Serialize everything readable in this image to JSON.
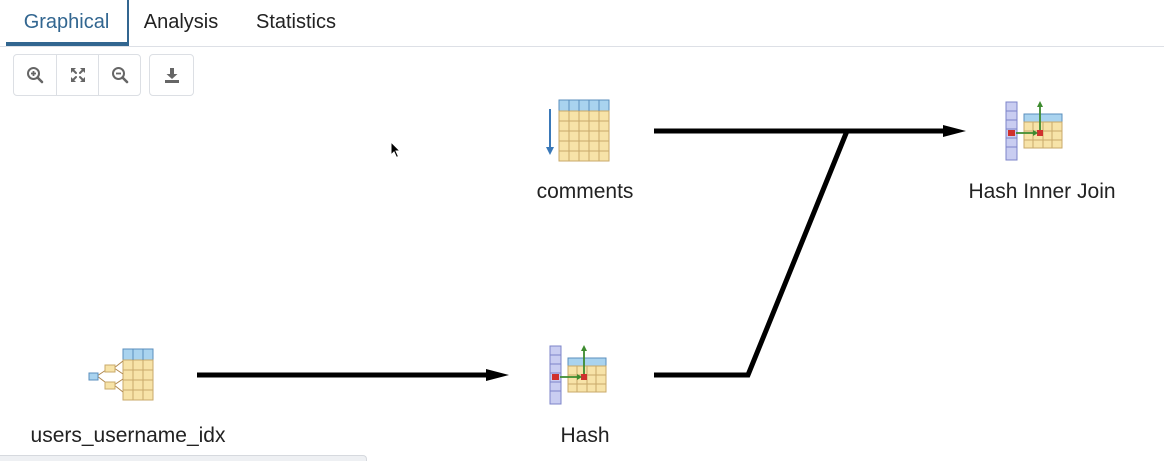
{
  "tabs": [
    {
      "label": "Graphical",
      "active": true
    },
    {
      "label": "Analysis",
      "active": false
    },
    {
      "label": "Statistics",
      "active": false
    }
  ],
  "toolbar": {
    "buttons": [
      {
        "icon": "zoom-in-icon"
      },
      {
        "icon": "zoom-to-fit-icon"
      },
      {
        "icon": "zoom-out-icon"
      },
      {
        "icon": "download-icon"
      }
    ]
  },
  "graph": {
    "nodes": [
      {
        "id": "users_username_idx",
        "label": "users_username_idx",
        "icon": "index-scan-icon"
      },
      {
        "id": "hash",
        "label": "Hash",
        "icon": "hash-icon"
      },
      {
        "id": "comments",
        "label": "comments",
        "icon": "seq-scan-icon"
      },
      {
        "id": "hash_inner_join",
        "label": "Hash Inner Join",
        "icon": "hash-join-icon"
      }
    ],
    "edges": [
      {
        "from": "users_username_idx",
        "to": "hash"
      },
      {
        "from": "hash",
        "to": "hash_inner_join"
      },
      {
        "from": "comments",
        "to": "hash_inner_join"
      }
    ]
  },
  "colors": {
    "accent": "#326690",
    "table_cell": "#f7e3a8",
    "table_header": "#a9d3ef",
    "edge": "#000000"
  }
}
